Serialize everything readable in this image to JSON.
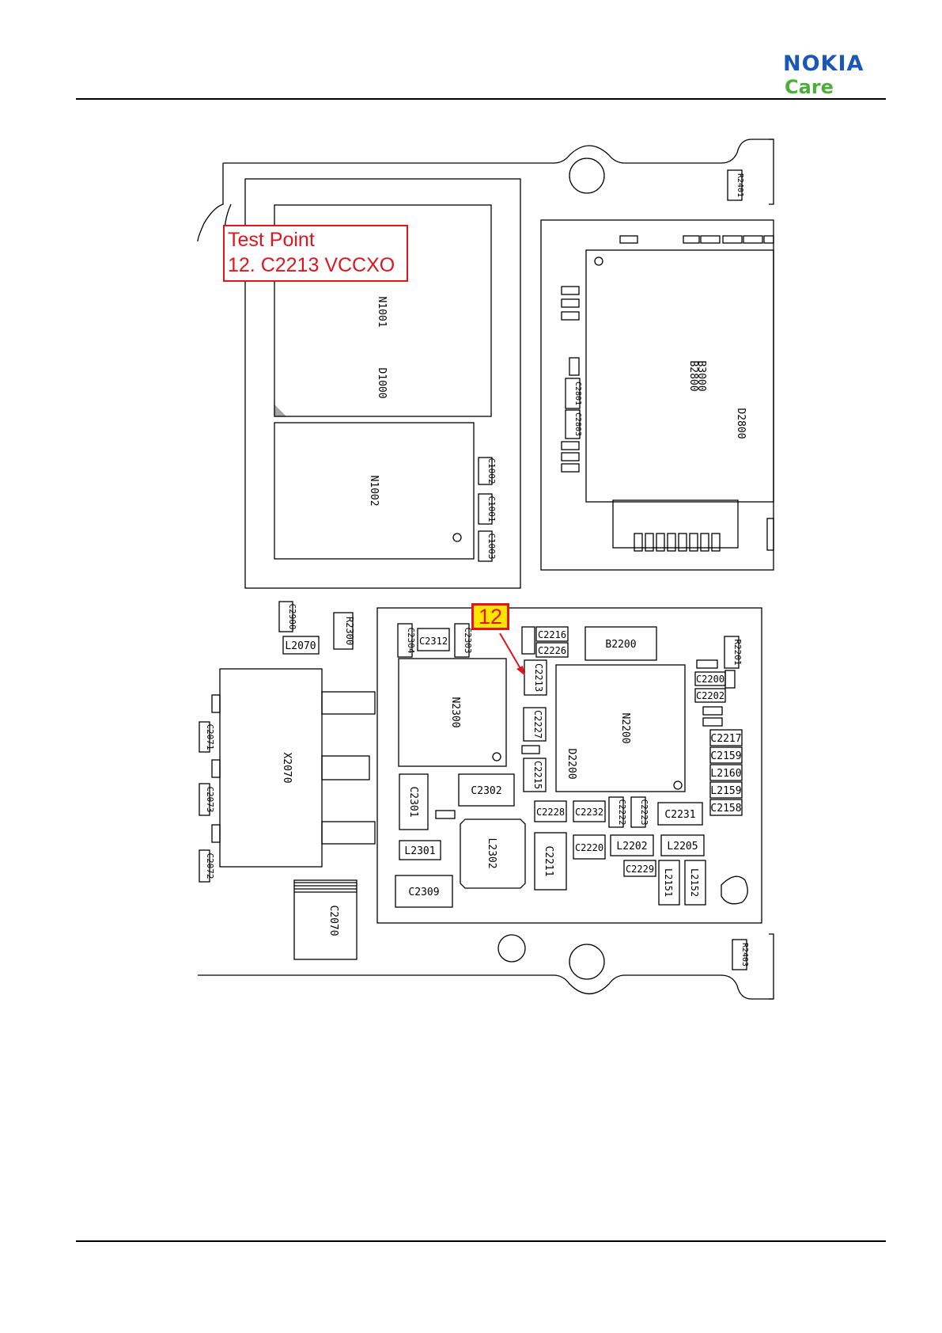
{
  "logo": {
    "brand": "NOKIA",
    "sub": "Care",
    "brand_color": "#1b57b8",
    "sub_color": "#4caf3c"
  },
  "callout": {
    "line1": "Test Point",
    "line2": "12. C2213 VCCXO",
    "color": "#e0151d"
  },
  "marker": {
    "number": "12",
    "fill": "#ffe600"
  },
  "components": {
    "R2401": "R2401",
    "R2403": "R2403",
    "N1001": "N1001",
    "N1002": "N1002",
    "D1000": "D1000",
    "C1002": "C1002",
    "C1001": "C1001",
    "C1003": "C1003",
    "B3000": "B3000",
    "B2800": "B2800",
    "D2800": "D2800",
    "C2801": "C2801",
    "C2803": "C2803",
    "C2900": "C2900",
    "L2070": "L2070",
    "R2300": "R2300",
    "C2071": "C2071",
    "C2072": "C2072",
    "C2073": "C2073",
    "X2070": "X2070",
    "C2070": "C2070",
    "C2304": "C2304",
    "C2312": "C2312",
    "C2303": "C2303",
    "C2216": "C2216",
    "C2226": "C2226",
    "C2213": "C2213",
    "B2200": "B2200",
    "R2201": "R2201",
    "C2200": "C2200",
    "C2202": "C2202",
    "N2300": "N2300",
    "N2200": "N2200",
    "D2200": "D2200",
    "C2227": "C2227",
    "C2215": "C2215",
    "C2217": "C2217",
    "C2159": "C2159",
    "L2160": "L2160",
    "L2159": "L2159",
    "C2158": "C2158",
    "C2301": "C2301",
    "C2302": "C2302",
    "L2302": "L2302",
    "C2228": "C2228",
    "C2232": "C2232",
    "C2222": "C2222",
    "C2223": "C2223",
    "C2231": "C2231",
    "L2301": "L2301",
    "C2211": "C2211",
    "C2220": "C2220",
    "L2202": "L2202",
    "L2205": "L2205",
    "C2229": "C2229",
    "L2151": "L2151",
    "L2152": "L2152",
    "C2309": "C2309"
  }
}
